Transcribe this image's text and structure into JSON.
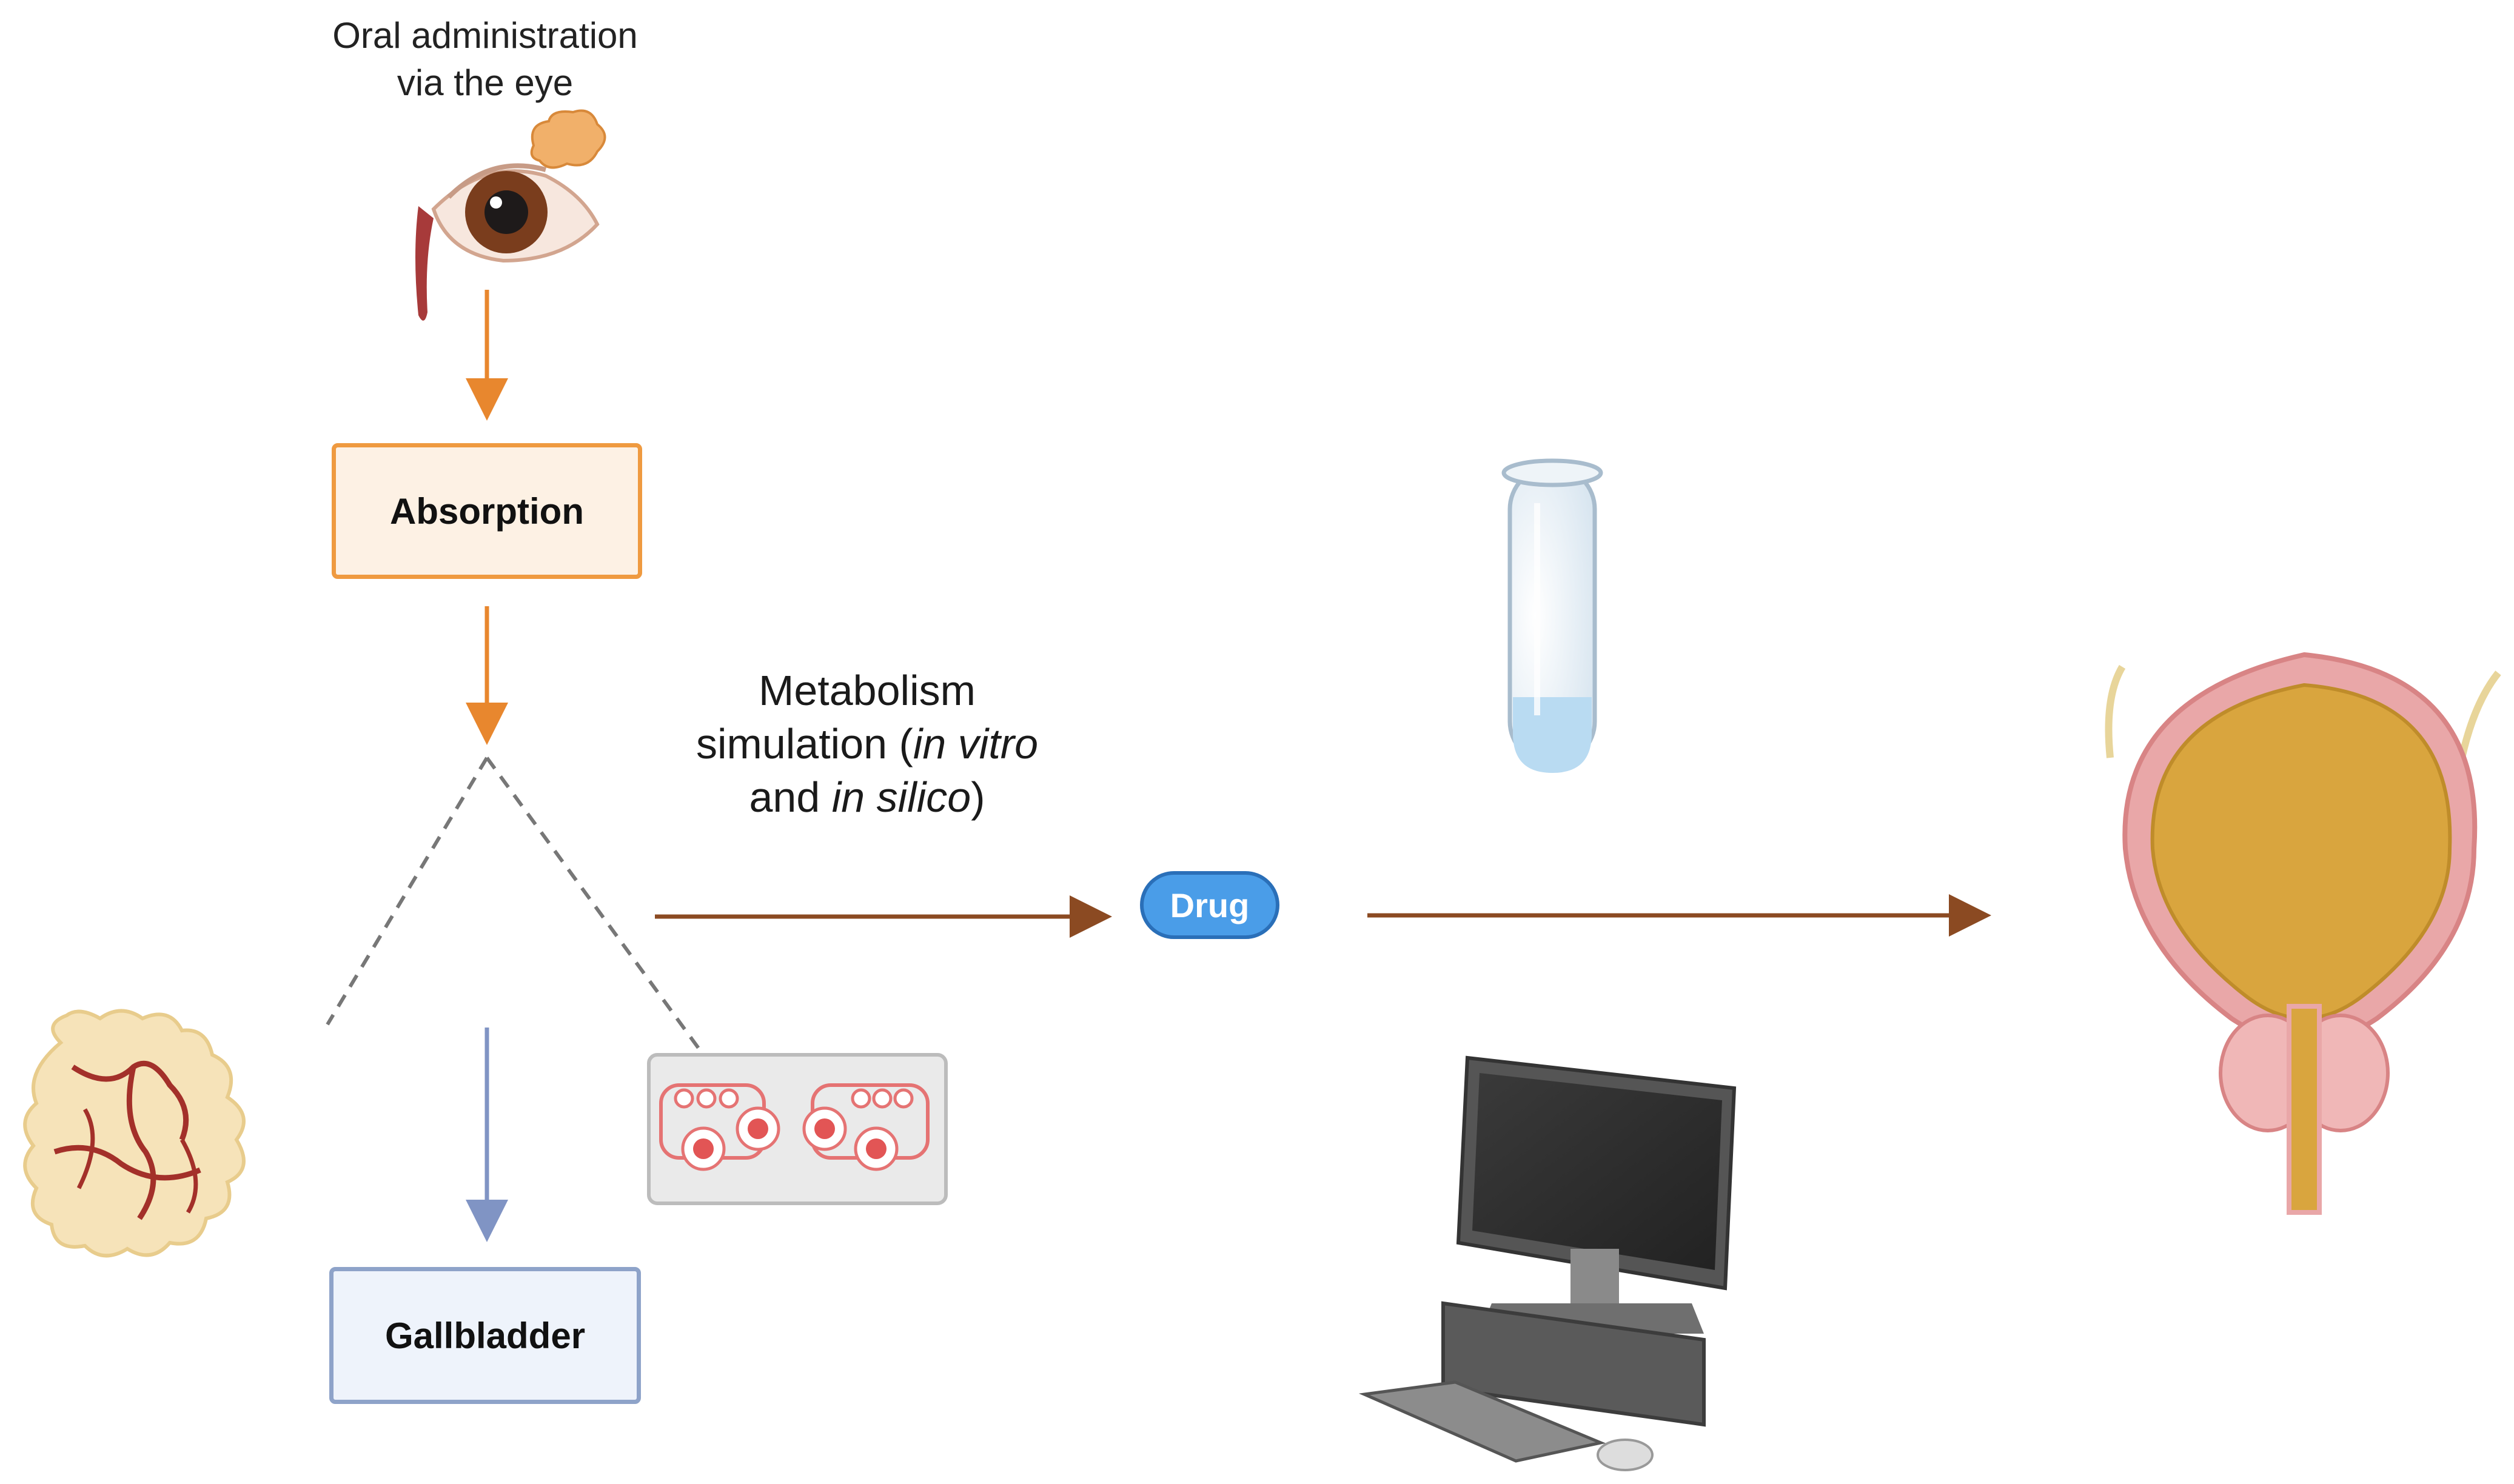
{
  "diagram": {
    "oral_label_line1": "Oral administration",
    "oral_label_line2": "via the eye",
    "absorption_label": "Absorption",
    "gallbladder_label": "Gallbladder",
    "metabolism_line1": "Metabolism",
    "metabolism_line2_prefix": "simulation (",
    "metabolism_line2_italic": "in vitro",
    "metabolism_line3_prefix": "and ",
    "metabolism_line3_italic": "in silico",
    "metabolism_line3_suffix": ")",
    "drug_label": "Drug"
  },
  "icons": [
    "eye-icon",
    "lipid-droplet-icon",
    "liver-tissue-icon",
    "organ-chip-icon",
    "test-tube-icon",
    "desktop-computer-icon",
    "bladder-prostate-icon"
  ],
  "colors": {
    "orange_arrow": "#e8872e",
    "brown_arrow": "#8b4a22",
    "blue_arrow": "#8094c4",
    "dashed_line": "#777777",
    "drug_fill": "#4a9de8"
  }
}
